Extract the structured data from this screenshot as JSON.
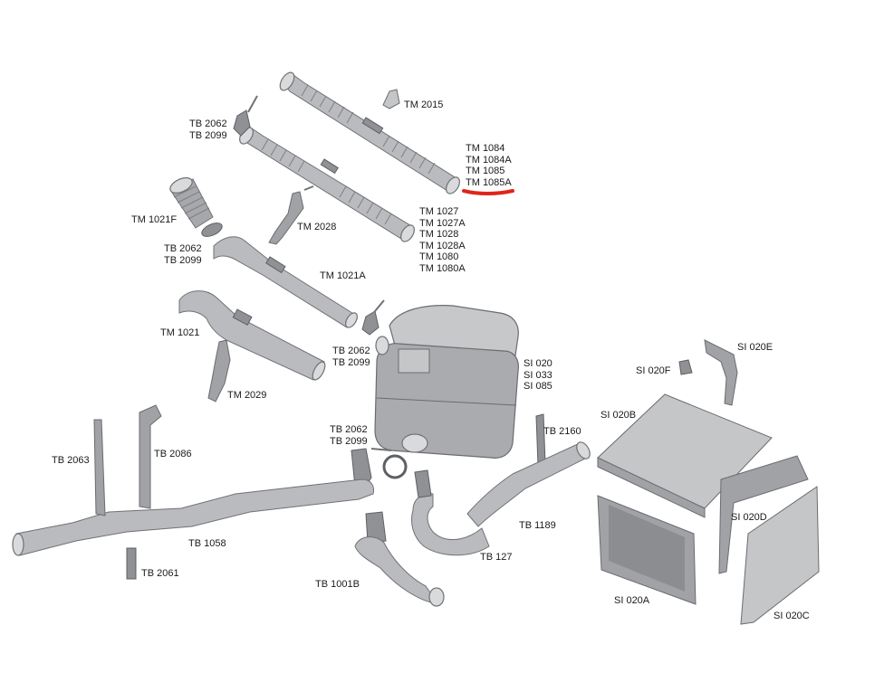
{
  "diagram": {
    "highlight_color": "#e0241b",
    "labels": [
      {
        "id": "tm-2015",
        "lines": [
          "TM 2015"
        ]
      },
      {
        "id": "tb-2062-2099-a",
        "lines": [
          "TB 2062",
          "TB 2099"
        ]
      },
      {
        "id": "tm-1084-group",
        "lines": [
          "TM 1084",
          "TM 1084A",
          "TM 1085",
          "TM 1085A"
        ]
      },
      {
        "id": "tm-1027-group",
        "lines": [
          "TM 1027",
          "TM 1027A",
          "TM 1028",
          "TM 1028A",
          "TM 1080",
          "TM 1080A"
        ]
      },
      {
        "id": "tm-1021f",
        "lines": [
          "TM 1021F"
        ]
      },
      {
        "id": "tm-2028",
        "lines": [
          "TM 2028"
        ]
      },
      {
        "id": "tb-2062-2099-b",
        "lines": [
          "TB 2062",
          "TB 2099"
        ]
      },
      {
        "id": "tm-1021a",
        "lines": [
          "TM 1021A"
        ]
      },
      {
        "id": "tm-1021",
        "lines": [
          "TM 1021"
        ]
      },
      {
        "id": "tb-2062-2099-c",
        "lines": [
          "TB 2062",
          "TB 2099"
        ]
      },
      {
        "id": "si-020-group",
        "lines": [
          "SI 020",
          "SI 033",
          "SI 085"
        ]
      },
      {
        "id": "tm-2029",
        "lines": [
          "TM 2029"
        ]
      },
      {
        "id": "si-020e",
        "lines": [
          "SI 020E"
        ]
      },
      {
        "id": "si-020f",
        "lines": [
          "SI 020F"
        ]
      },
      {
        "id": "si-020b",
        "lines": [
          "SI 020B"
        ]
      },
      {
        "id": "tb-2160",
        "lines": [
          "TB 2160"
        ]
      },
      {
        "id": "tb-2062-2099-d",
        "lines": [
          "TB 2062",
          "TB 2099"
        ]
      },
      {
        "id": "tb-2063",
        "lines": [
          "TB 2063"
        ]
      },
      {
        "id": "tb-2086",
        "lines": [
          "TB 2086"
        ]
      },
      {
        "id": "tb-1189",
        "lines": [
          "TB 1189"
        ]
      },
      {
        "id": "si-020d",
        "lines": [
          "SI 020D"
        ]
      },
      {
        "id": "tb-1058",
        "lines": [
          "TB 1058"
        ]
      },
      {
        "id": "tb-2061",
        "lines": [
          "TB 2061"
        ]
      },
      {
        "id": "tb-127",
        "lines": [
          "TB 127"
        ]
      },
      {
        "id": "tb-1001b",
        "lines": [
          "TB 1001B"
        ]
      },
      {
        "id": "si-020a",
        "lines": [
          "SI 020A"
        ]
      },
      {
        "id": "si-020c",
        "lines": [
          "SI 020C"
        ]
      }
    ]
  }
}
